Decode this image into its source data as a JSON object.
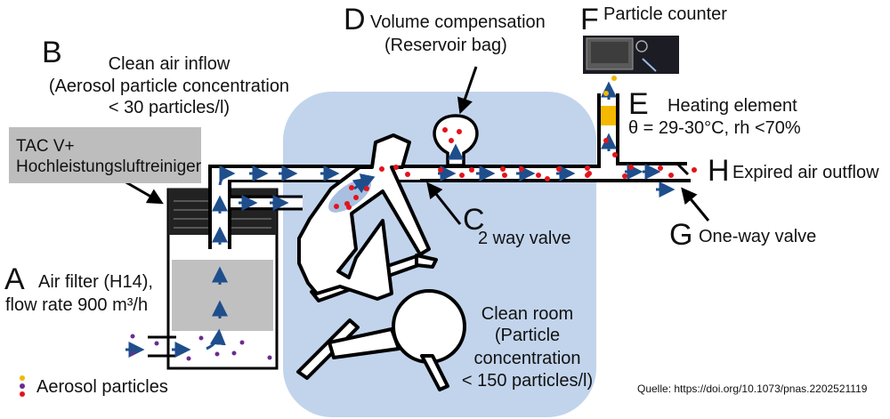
{
  "colors": {
    "clean_room": "#c2d4ec",
    "pipe_outline": "#000000",
    "flow_arrow": "#1f4e8c",
    "particle_red": "#e3141b",
    "particle_purple": "#6a2c91",
    "particle_yellow": "#f2b705",
    "heating_element": "#f5b800",
    "filter_media": "#c0c0c0",
    "label_box": "#bdbdbd",
    "purifier_top": "#222222"
  },
  "labels": {
    "A": {
      "letter": "A",
      "line1": "Air filter (H14),",
      "line2": "flow rate 900 m³/h"
    },
    "B": {
      "letter": "B",
      "line1": "Clean air inflow",
      "line2": "(Aerosol particle concentration",
      "line3": "< 30 particles/l)"
    },
    "C": {
      "letter": "C",
      "text": "2 way valve"
    },
    "D": {
      "letter": "D",
      "line1": "Volume compensation",
      "line2": "(Reservoir bag)"
    },
    "E": {
      "letter": "E",
      "line1": "Heating element",
      "line2": "θ = 29-30°C, rh <70%"
    },
    "F": {
      "letter": "F",
      "text": "Particle counter"
    },
    "G": {
      "letter": "G",
      "text": "One-way valve"
    },
    "H": {
      "letter": "H",
      "text": "Expired air outflow"
    }
  },
  "purifier_box": {
    "line1": "TAC V+",
    "line2": "Hochleistungsluftreiniger"
  },
  "clean_room": {
    "line1": "Clean room",
    "line2": "(Particle",
    "line3": "concentration",
    "line4": "< 150 particles/l)"
  },
  "legend": {
    "label": "Aerosol particles",
    "particle_types": [
      "yellow",
      "purple",
      "red"
    ]
  },
  "source": "Quelle: https://doi.org/10.1073/pnas.2202521119"
}
